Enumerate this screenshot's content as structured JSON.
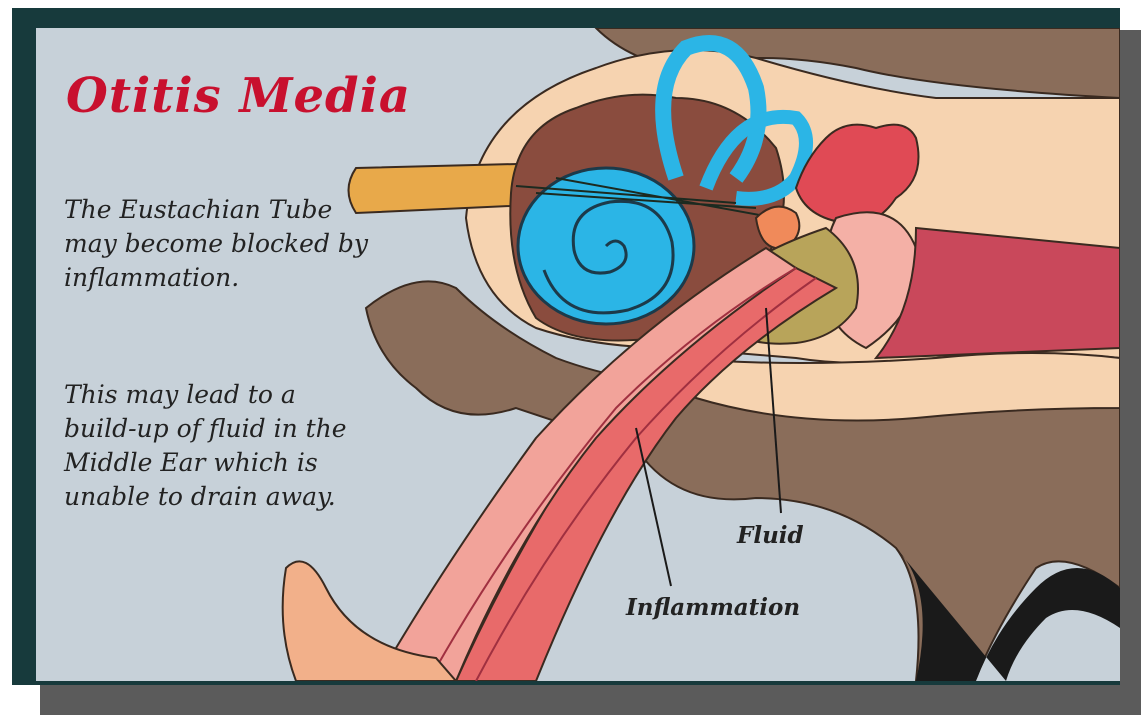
{
  "title": "Otitis Media",
  "description": {
    "paragraph1": "The Eustachian Tube may become blocked by inflammation.",
    "paragraph2": "This may lead to a build-up of fluid in the Middle Ear which is unable to drain away."
  },
  "labels": {
    "fluid": "Fluid",
    "inflammation": "Inflammation"
  },
  "colors": {
    "title": "#c8102e",
    "frame": "#173a3c",
    "background": "#c7d1d9",
    "bone": "#f6d3b0",
    "cochlea": "#2bb5e6",
    "inflamed_tissue": "#e04a55",
    "fluid": "#b8a45a",
    "tissue_brown": "#8a6d5a"
  }
}
